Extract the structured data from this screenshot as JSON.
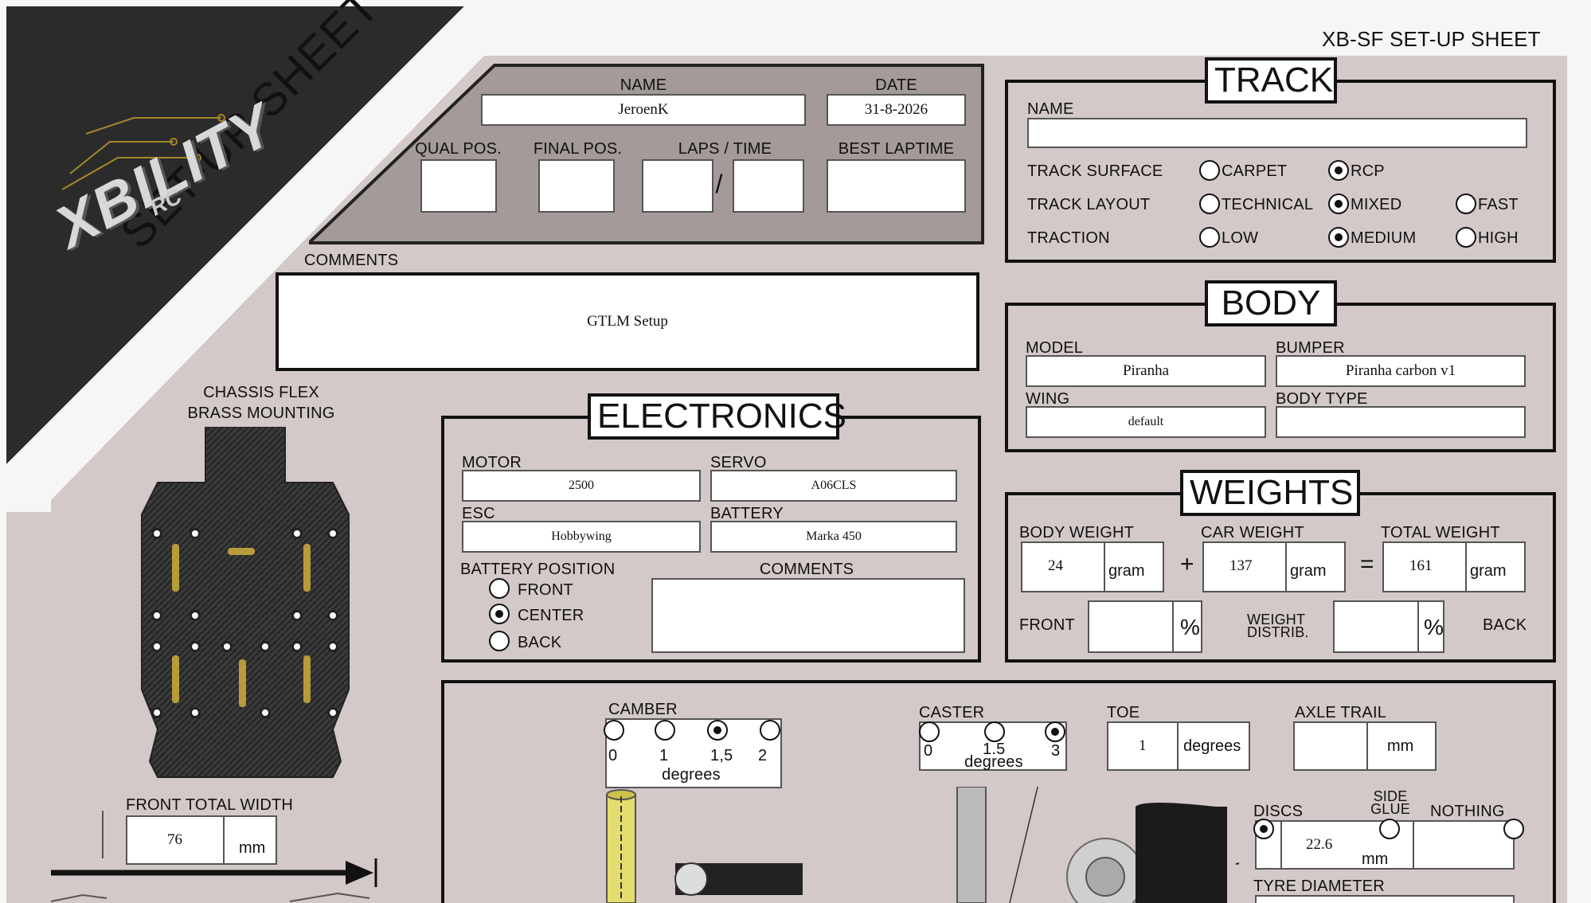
{
  "header": {
    "title": "XB-SF SET-UP SHEET",
    "banner": "SET-UP SHEET",
    "logo_main": "XBILITY",
    "logo_sub": "RC"
  },
  "race": {
    "name_label": "NAME",
    "name": "JeroenK",
    "date_label": "DATE",
    "date": "31-8-2026",
    "qual_label": "QUAL POS.",
    "final_label": "FINAL POS.",
    "laps_label": "LAPS / TIME",
    "laps_sep": "/",
    "best_label": "BEST LAPTIME"
  },
  "comments": {
    "label": "COMMENTS",
    "value": "GTLM Setup"
  },
  "chassis": {
    "label1": "CHASSIS FLEX",
    "label2": "BRASS MOUNTING",
    "width_label": "FRONT TOTAL WIDTH",
    "width_value": "76",
    "width_unit": "mm"
  },
  "track": {
    "title": "TRACK",
    "name_label": "NAME",
    "name": "",
    "surface_label": "TRACK SURFACE",
    "surface_options": [
      "CARPET",
      "RCP"
    ],
    "surface_selected": "RCP",
    "layout_label": "TRACK LAYOUT",
    "layout_options": [
      "TECHNICAL",
      "MIXED",
      "FAST"
    ],
    "layout_selected": "MIXED",
    "traction_label": "TRACTION",
    "traction_options": [
      "LOW",
      "MEDIUM",
      "HIGH"
    ],
    "traction_selected": "MEDIUM"
  },
  "body": {
    "title": "BODY",
    "model_label": "MODEL",
    "model": "Piranha",
    "bumper_label": "BUMPER",
    "bumper": "Piranha carbon v1",
    "wing_label": "WING",
    "wing": "default",
    "type_label": "BODY TYPE",
    "type": ""
  },
  "weights": {
    "title": "WEIGHTS",
    "body_label": "BODY WEIGHT",
    "body": "24",
    "car_label": "CAR WEIGHT",
    "car": "137",
    "total_label": "TOTAL WEIGHT",
    "total": "161",
    "unit": "gram",
    "plus": "+",
    "equals": "=",
    "front_label": "FRONT",
    "pct": "%",
    "distrib1": "WEIGHT",
    "distrib2": "DISTRIB.",
    "back_label": "BACK"
  },
  "electronics": {
    "title": "ELECTRONICS",
    "motor_label": "MOTOR",
    "motor": "2500",
    "servo_label": "SERVO",
    "servo": "A06CLS",
    "esc_label": "ESC",
    "esc": "Hobbywing",
    "battery_label": "BATTERY",
    "battery": "Marka 450",
    "pos_label": "BATTERY POSITION",
    "pos_options": [
      "FRONT",
      "CENTER",
      "BACK"
    ],
    "pos_selected": "CENTER",
    "comments_label": "COMMENTS"
  },
  "suspension": {
    "camber_label": "CAMBER",
    "camber_ticks": [
      "0",
      "1",
      "1,5",
      "2"
    ],
    "camber_selected": "1,5",
    "degrees": "degrees",
    "caster_label": "CASTER",
    "caster_ticks": [
      "0",
      "1.5",
      "3"
    ],
    "caster_selected": "3",
    "toe_label": "TOE",
    "toe": "1",
    "axle_label": "AXLE TRAIL",
    "axle_unit": "mm",
    "discs_label": "DISCS",
    "side_label1": "SIDE",
    "side_label2": "GLUE",
    "nothing_label": "NOTHING",
    "tyre_value": "22.6",
    "tyre_unit": "mm",
    "tyre_label": "TYRE DIAMETER"
  }
}
